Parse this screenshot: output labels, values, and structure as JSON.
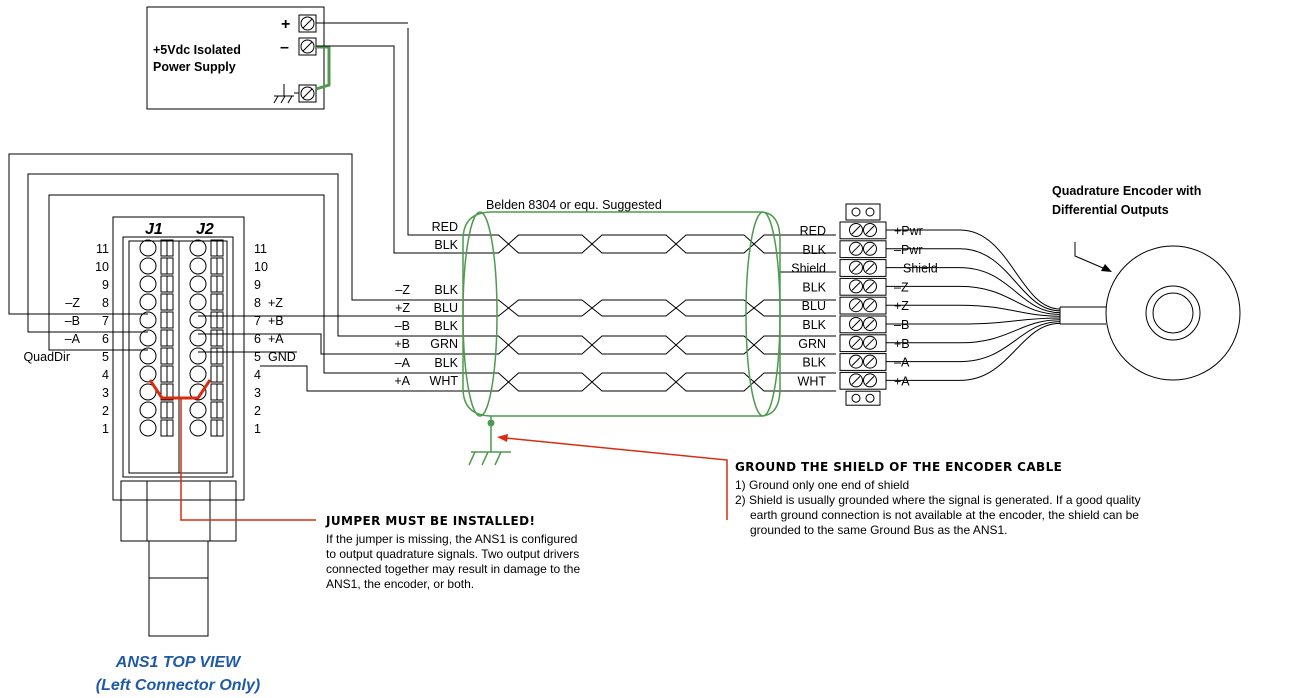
{
  "power_supply": {
    "label_line1": "+5Vdc Isolated",
    "label_line2": "Power Supply",
    "plus": "+",
    "minus": "–"
  },
  "connector": {
    "j1": "J1",
    "j2": "J2",
    "left_pins": [
      "11",
      "10",
      "9",
      "8",
      "7",
      "6",
      "5",
      "4",
      "3",
      "2",
      "1"
    ],
    "right_pins": [
      "11",
      "10",
      "9",
      "8",
      "7",
      "6",
      "5",
      "4",
      "3",
      "2",
      "1"
    ],
    "left_signals": [
      "",
      "",
      "",
      "–Z",
      "–B",
      "–A",
      "QuadDir",
      "",
      "",
      "",
      ""
    ],
    "right_signals": [
      "",
      "",
      "",
      "+Z",
      "+B",
      "+A",
      "GND",
      "",
      "",
      "",
      ""
    ]
  },
  "cable": {
    "label": "Belden 8304 or equ. Suggested",
    "left_pairs": [
      {
        "sig": "",
        "color": "RED"
      },
      {
        "sig": "",
        "color": "BLK"
      },
      {
        "sig": "–Z",
        "color": "BLK"
      },
      {
        "sig": "+Z",
        "color": "BLU"
      },
      {
        "sig": "–B",
        "color": "BLK"
      },
      {
        "sig": "+B",
        "color": "GRN"
      },
      {
        "sig": "–A",
        "color": "BLK"
      },
      {
        "sig": "+A",
        "color": "WHT"
      }
    ]
  },
  "terminal_block": {
    "colors": [
      "RED",
      "BLK",
      "Shield",
      "BLK",
      "BLU",
      "BLK",
      "GRN",
      "BLK",
      "WHT"
    ],
    "signals": [
      "+Pwr",
      "–Pwr",
      "Shield",
      "–Z",
      "+Z",
      "–B",
      "+B",
      "–A",
      "+A"
    ]
  },
  "encoder": {
    "title_line1": "Quadrature Encoder with",
    "title_line2": "Differential Outputs"
  },
  "jumper_note": {
    "heading": "JUMPER MUST BE INSTALLED!",
    "lines": [
      "If the jumper is missing, the ANS1 is configured",
      "to output quadrature signals.  Two output drivers",
      "connected together may result in damage to the",
      "ANS1, the encoder, or both."
    ]
  },
  "shield_note": {
    "heading": "GROUND THE SHIELD OF THE ENCODER CABLE",
    "lines": [
      "1) Ground only one end of shield",
      "2) Shield is usually grounded where the signal is generated.  If a good quality",
      "earth ground connection is not available at the encoder, the shield can be",
      "grounded to the same Ground Bus as the ANS1."
    ]
  },
  "caption": {
    "line1": "ANS1 TOP VIEW",
    "line2": "(Left Connector Only)"
  },
  "colors": {
    "shield_green": "#4f9a4f",
    "jumper_red": "#d92b10",
    "caption_blue": "#1f5aa6"
  }
}
